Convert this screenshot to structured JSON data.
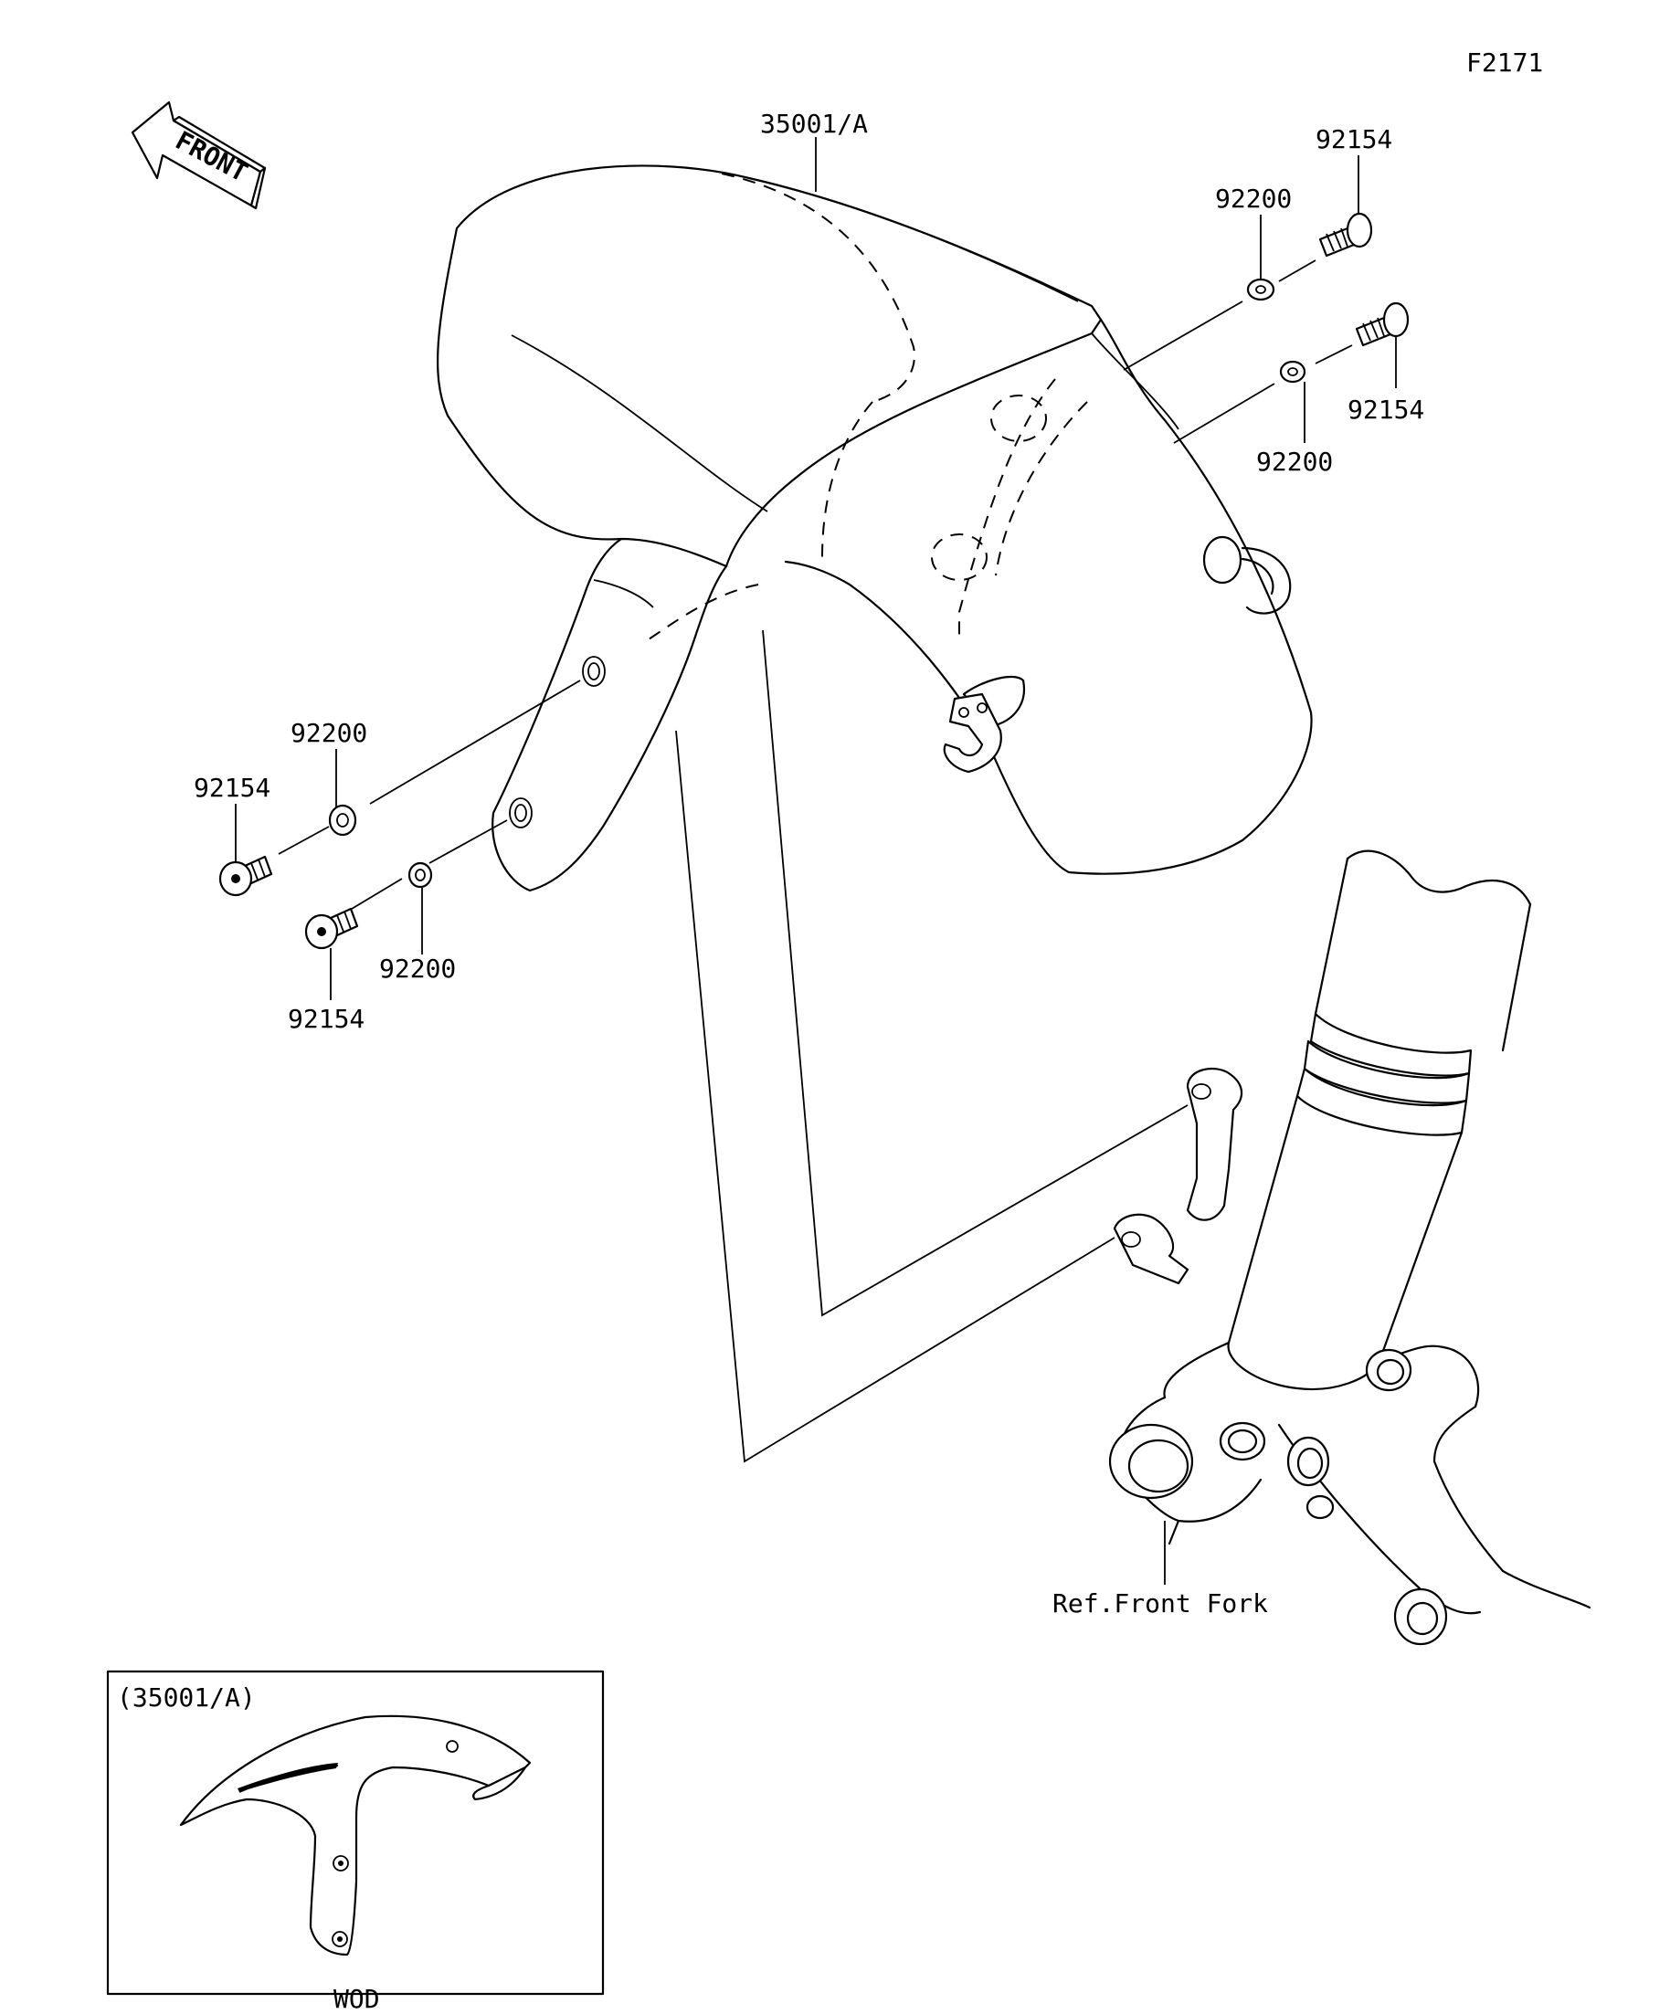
{
  "figure_id": "F2171",
  "front_label": "FRONT",
  "callouts": {
    "fender_main": "35001/A",
    "washer_tr_upper": "92200",
    "bolt_tr_upper": "92154",
    "washer_tr_lower": "92200",
    "bolt_tr_lower": "92154",
    "washer_l_upper": "92200",
    "bolt_l_upper": "92154",
    "washer_l_lower": "92200",
    "bolt_l_lower": "92154",
    "ref_fork": "Ref.Front Fork"
  },
  "inset": {
    "title": "(35001/A)",
    "caption": "WOD"
  }
}
